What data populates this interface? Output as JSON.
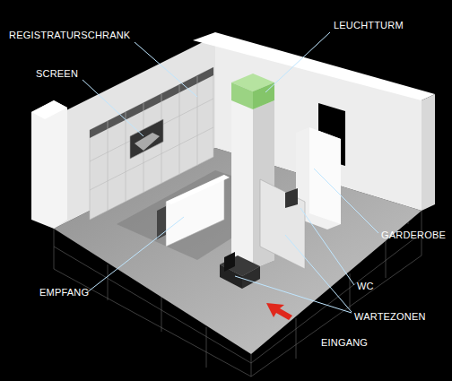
{
  "diagram": {
    "labels": [
      "REGISTRATURSCHRANK",
      "LEUCHTTURM",
      "SCREEN",
      "GARDEROBE",
      "WC",
      "EMPFANG",
      "WARTEZONEN",
      "EINGANG"
    ]
  }
}
